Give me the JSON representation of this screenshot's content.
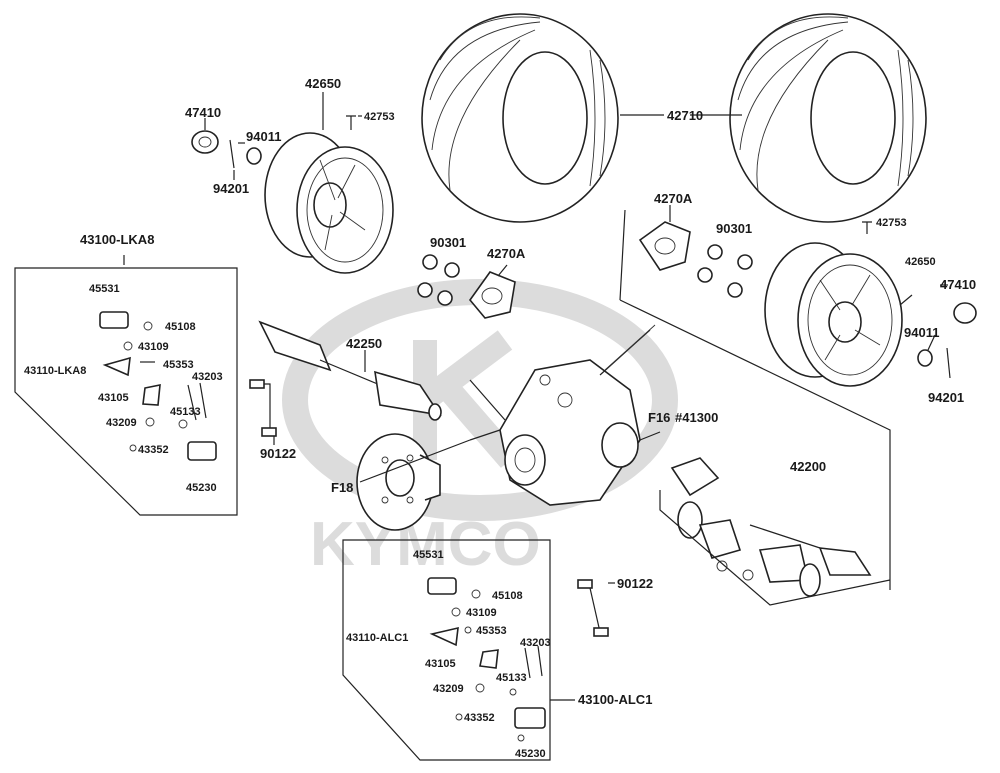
{
  "watermark": {
    "brand": "KYMCO",
    "color": "#d9d9d9"
  },
  "colors": {
    "line": "#222222",
    "background": "#ffffff"
  },
  "labels": {
    "l42650a": "42650",
    "l47410a": "47410",
    "l94011a": "94011",
    "l42753a": "42753",
    "l94201a": "94201",
    "l42710": "42710",
    "l4270Aa": "4270A",
    "l90301a": "90301",
    "l4270Ab": "4270A",
    "l90301b": "90301",
    "l42753b": "42753",
    "l42650b": "42650",
    "l47410b": "47410",
    "l94011b": "94011",
    "l94201b": "94201",
    "l43100LKA8": "43100-LKA8",
    "l45531a": "45531",
    "l45108a": "45108",
    "l43109a": "43109",
    "l43110LKA8": "43110-LKA8",
    "l45353a": "45353",
    "l43203a": "43203",
    "l43105a": "43105",
    "l45133a": "45133",
    "l43209a": "43209",
    "l43352a": "43352",
    "l45230a": "45230",
    "l42250": "42250",
    "l90122a": "90122",
    "l90122b": "90122",
    "lF18": "F18",
    "lF16": "F16",
    "l41300": "#41300",
    "l42200": "42200",
    "l45531b": "45531",
    "l45108b": "45108",
    "l43109b": "43109",
    "l43110ALC1": "43110-ALC1",
    "l45353b": "45353",
    "l43203b": "43203",
    "l43105b": "43105",
    "l45133b": "45133",
    "l43209b": "43209",
    "l43100ALC1": "43100-ALC1",
    "l43352b": "43352",
    "l45230b": "45230"
  }
}
